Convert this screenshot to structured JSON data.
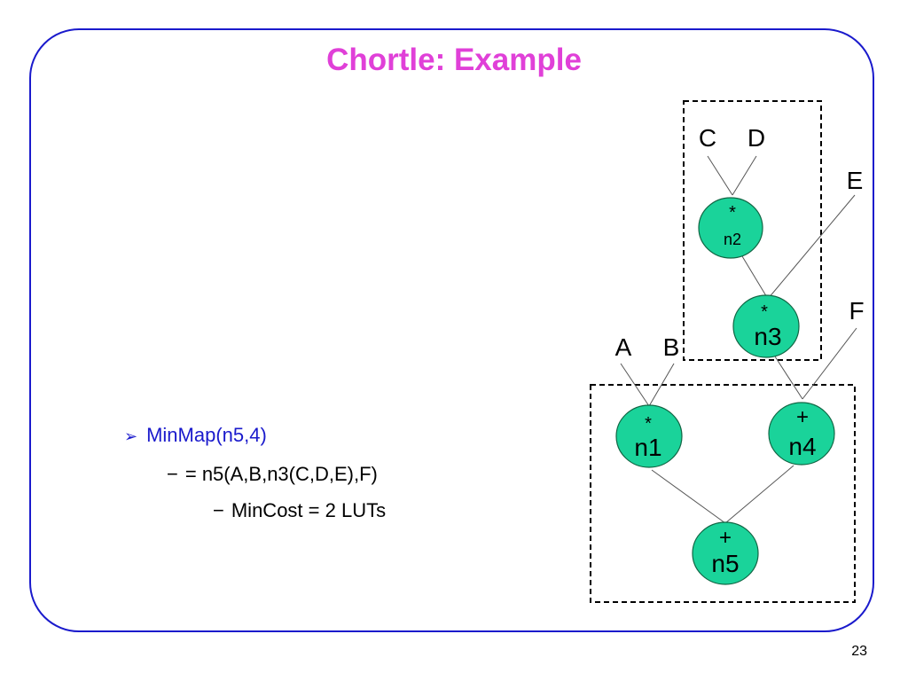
{
  "slide": {
    "title": "Chortle: Example",
    "page_number": "23",
    "colors": {
      "title": "#e040d8",
      "border": "#1a1acc",
      "node_fill": "#1ad39a"
    }
  },
  "bullets": {
    "level1": {
      "icon": "arrow-bullet-icon",
      "text": "MinMap(n5,4)"
    },
    "level2": {
      "dash": "−",
      "text": "= n5(A,B,n3(C,D,E),F)"
    },
    "level3": {
      "dash": "−",
      "text": "MinCost = 2 LUTs"
    }
  },
  "diagram": {
    "inputs": {
      "a": "A",
      "b": "B",
      "c": "C",
      "d": "D",
      "e": "E",
      "f": "F"
    },
    "nodes": {
      "n1": {
        "op": "*",
        "name": "n1"
      },
      "n2": {
        "op": "*",
        "name": "n2"
      },
      "n3": {
        "op": "*",
        "name": "n3"
      },
      "n4": {
        "op": "+",
        "name": "n4"
      },
      "n5": {
        "op": "+",
        "name": "n5"
      }
    }
  }
}
